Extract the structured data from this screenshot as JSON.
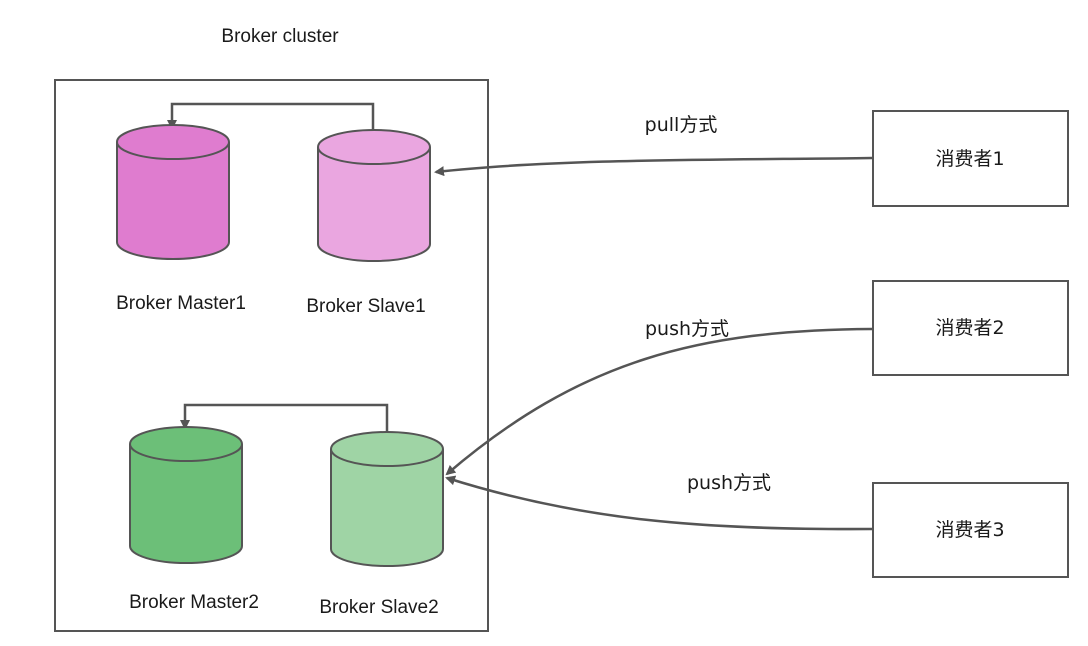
{
  "cluster": {
    "title": "Broker cluster"
  },
  "brokers": {
    "master1": {
      "label": "Broker Master1",
      "color": "#df7ccf"
    },
    "slave1": {
      "label": "Broker Slave1",
      "color": "#eaa6e0"
    },
    "master2": {
      "label": "Broker Master2",
      "color": "#6cbf78"
    },
    "slave2": {
      "label": "Broker Slave2",
      "color": "#9fd4a5"
    }
  },
  "consumers": {
    "c1": {
      "label": "消费者1"
    },
    "c2": {
      "label": "消费者2"
    },
    "c3": {
      "label": "消费者3"
    }
  },
  "edges": {
    "c1_to_slave1": {
      "label": "pull方式"
    },
    "c2_to_slave2": {
      "label": "push方式"
    },
    "c3_to_slave2": {
      "label": "push方式"
    }
  },
  "colors": {
    "stroke": "#555555",
    "line": "#555555"
  }
}
